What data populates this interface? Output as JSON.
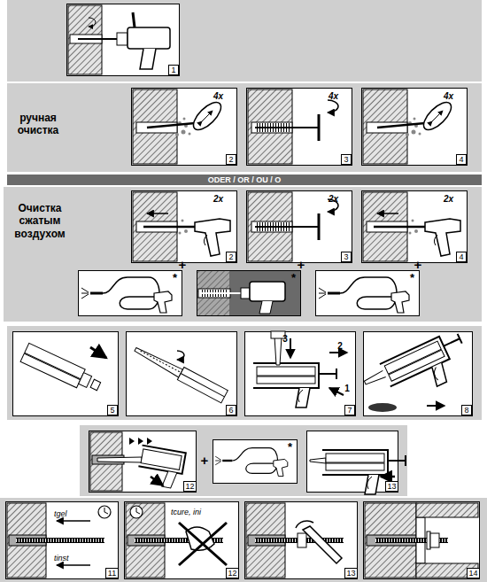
{
  "diagram": {
    "nodes": [
      {
        "text": [
          "1"
        ]
      },
      {
        "text": [
          "ручная очистка"
        ]
      },
      {
        "text": [
          "4x",
          "2"
        ],
        "in": 1
      },
      {
        "text": [
          "4x",
          "3"
        ],
        "in": 1
      },
      {
        "text": [
          "4x",
          "4"
        ],
        "in": 1
      },
      {
        "text": [
          "ODER / OR / OU / O"
        ]
      },
      {
        "text": [
          "Очистка сжатым воздухом"
        ]
      },
      {
        "text": [
          "2x",
          "2"
        ],
        "in": 6
      },
      {
        "text": [
          "2x",
          "3"
        ],
        "in": 6
      },
      {
        "text": [
          "2x",
          "4"
        ],
        "in": 6
      },
      {
        "text": [
          "*"
        ],
        "in": 6
      },
      {
        "text": [
          "*"
        ],
        "in": 6
      },
      {
        "text": [
          "*"
        ],
        "in": 6
      },
      {
        "text": [
          "5"
        ]
      },
      {
        "text": [
          "6"
        ]
      },
      {
        "text": [
          "3",
          "2",
          "1",
          "7"
        ]
      },
      {
        "text": [
          "8"
        ]
      },
      {
        "text": [
          "12"
        ]
      },
      {
        "text": [
          "*"
        ]
      },
      {
        "text": [
          "13"
        ]
      },
      {
        "text": [
          "tgel",
          "tinst",
          "11"
        ]
      },
      {
        "text": [
          "tcure, ini",
          "12"
        ]
      },
      {
        "text": [
          "13"
        ]
      },
      {
        "text": [
          "14"
        ]
      }
    ],
    "labels": [
      "+",
      "+",
      "+",
      "+"
    ]
  }
}
